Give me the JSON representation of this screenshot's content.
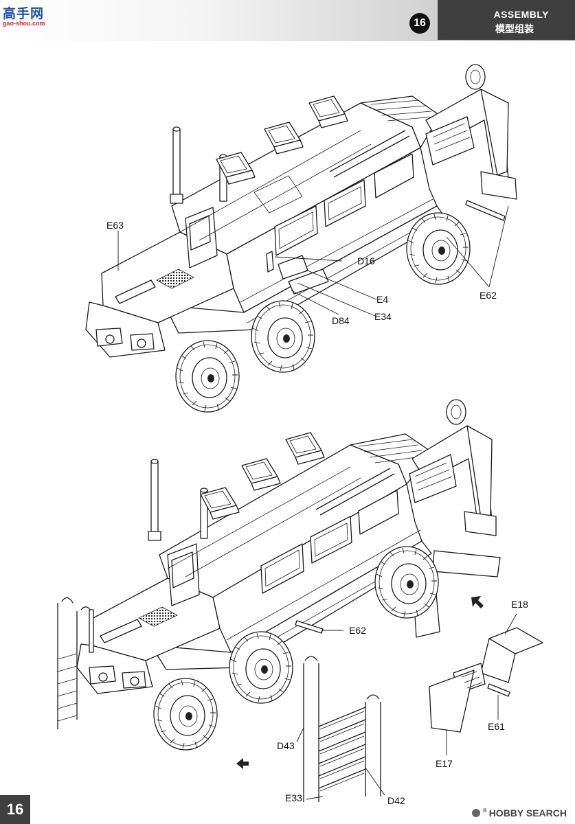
{
  "header": {
    "step_number": "16",
    "title": "ASSEMBLY",
    "subtitle": "模型组装",
    "site_logo": "高手网",
    "site_url": "gao-shou.com"
  },
  "callouts_top": {
    "e63": "E63",
    "d16": "D16",
    "e4": "E4",
    "e34": "E34",
    "d84": "D84",
    "e62": "E62"
  },
  "callouts_bottom": {
    "e62": "E62",
    "e18": "E18",
    "e61": "E61",
    "e17": "E17",
    "d43": "D43",
    "e33": "E33",
    "d42": "D42"
  },
  "icons": [
    "arrow-up-left-icon",
    "arrow-left-icon"
  ],
  "footer": {
    "page_number": "16",
    "watermark": "HOBBY SEARCH"
  },
  "colors": {
    "header_box": "#3f3f3f",
    "logo_text": "#1a4fa8",
    "logo_url": "#dd2222"
  }
}
